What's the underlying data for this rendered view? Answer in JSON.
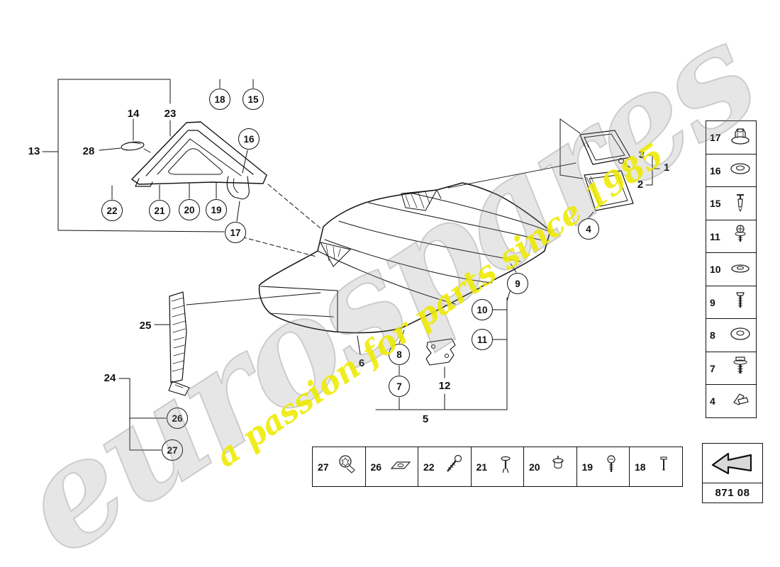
{
  "watermark": {
    "brand": "eurospares",
    "tagline": "a passion for parts since 1985"
  },
  "part_code": "871 08",
  "colors": {
    "line": "#111111",
    "watermark_yellow": "#eeea00",
    "watermark_gray": "#8c8c8c"
  },
  "callouts": {
    "circled": [
      "18",
      "15",
      "16",
      "22",
      "21",
      "20",
      "19",
      "17",
      "26",
      "27",
      "8",
      "7",
      "9",
      "10",
      "11",
      "4"
    ],
    "plain": [
      "14",
      "23",
      "13",
      "28",
      "25",
      "24",
      "6",
      "12",
      "5",
      "1",
      "2",
      "3"
    ]
  },
  "sidebar": {
    "items": [
      {
        "label": "17",
        "icon": "flange-nut-icon"
      },
      {
        "label": "16",
        "icon": "washer-icon"
      },
      {
        "label": "15",
        "icon": "expander-rivet-icon"
      },
      {
        "label": "11",
        "icon": "screw-washer-icon"
      },
      {
        "label": "10",
        "icon": "flat-washer-icon"
      },
      {
        "label": "9",
        "icon": "screw-icon"
      },
      {
        "label": "8",
        "icon": "large-washer-icon"
      },
      {
        "label": "7",
        "icon": "hex-bolt-icon"
      },
      {
        "label": "4",
        "icon": "sheet-clip-icon"
      }
    ]
  },
  "bottom_strip": {
    "items": [
      {
        "label": "27",
        "icon": "torx-screw-icon"
      },
      {
        "label": "26",
        "icon": "speed-nut-icon"
      },
      {
        "label": "22",
        "icon": "tapping-screw-icon"
      },
      {
        "label": "21",
        "icon": "rivet-icon"
      },
      {
        "label": "20",
        "icon": "grommet-nut-icon"
      },
      {
        "label": "19",
        "icon": "round-screw-icon"
      },
      {
        "label": "18",
        "icon": "small-rivet-icon"
      }
    ]
  }
}
